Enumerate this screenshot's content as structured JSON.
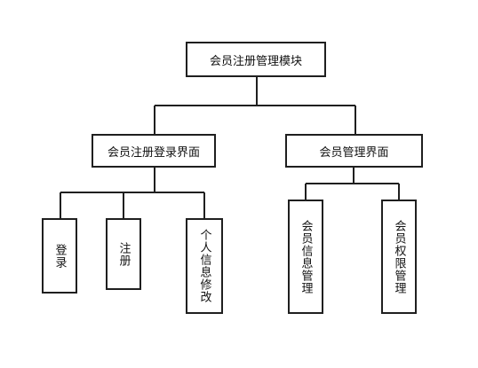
{
  "root": {
    "label": "会员注册管理模块"
  },
  "branches": [
    {
      "label": "会员注册登录界面",
      "children": [
        {
          "label": "登录"
        },
        {
          "label": "注册"
        },
        {
          "label": "个人信息修改"
        }
      ]
    },
    {
      "label": "会员管理界面",
      "children": [
        {
          "label": "会员信息管理"
        },
        {
          "label": "会员权限管理"
        }
      ]
    }
  ]
}
